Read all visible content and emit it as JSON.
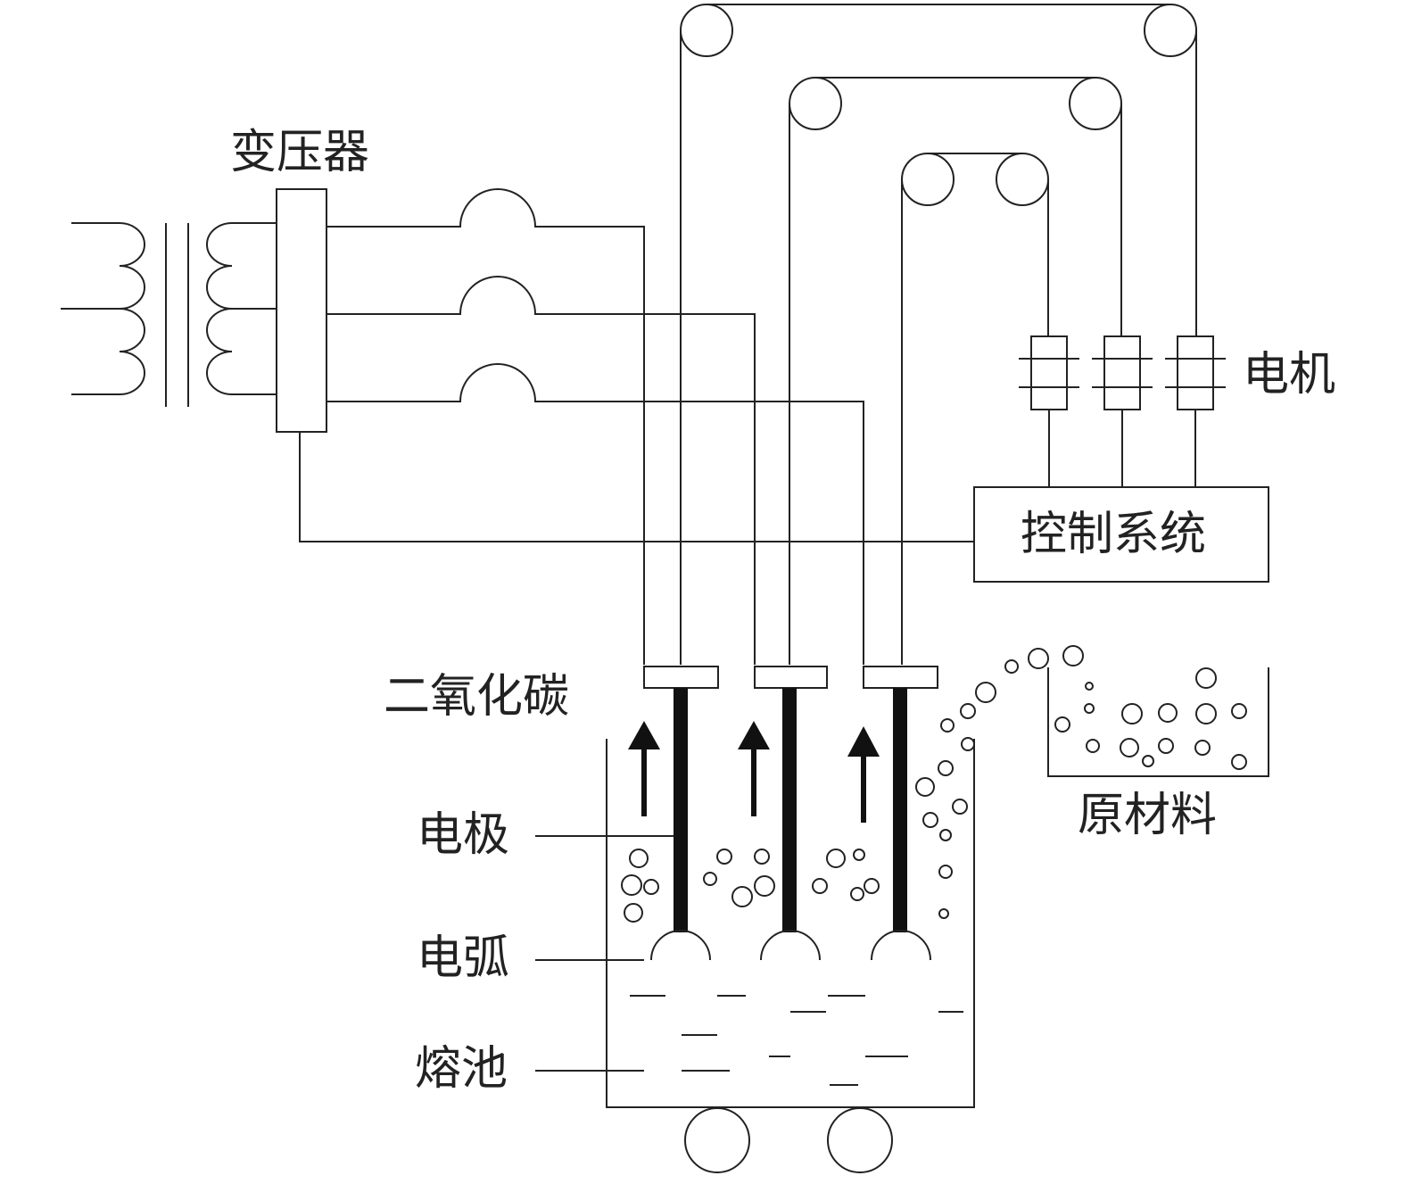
{
  "labels": {
    "transformer": "变压器",
    "motor": "电机",
    "control_system": "控制系统",
    "co2": "二氧化碳",
    "electrode": "电极",
    "arc": "电弧",
    "melt_pool": "熔池",
    "raw_material": "原材料"
  },
  "colors": {
    "line": "#222222",
    "electrode_rod": "#111111",
    "background": "#ffffff"
  }
}
